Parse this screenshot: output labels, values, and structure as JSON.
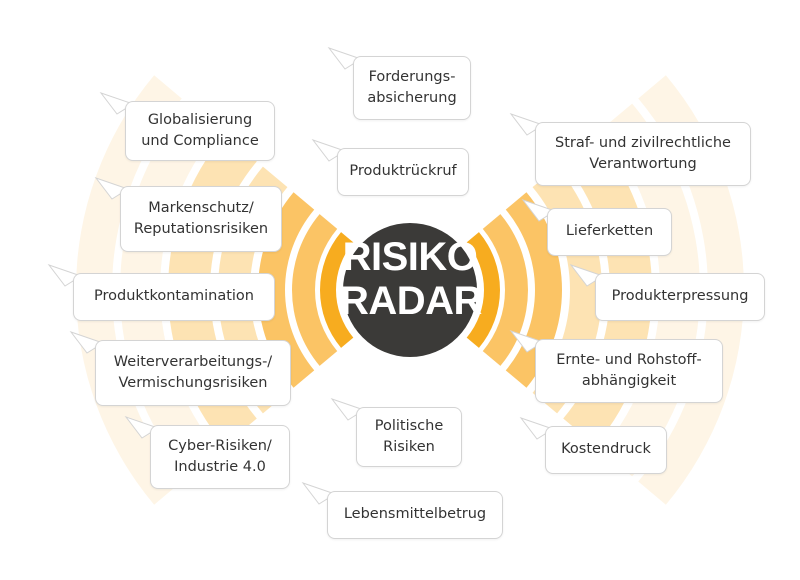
{
  "center": {
    "line1": "RISIKO",
    "line2": "RADAR"
  },
  "colors": {
    "ring_inner": "#f7ac1f",
    "ring_mid": "#fbc465",
    "ring_outer": "#fde3b3",
    "ring_faint": "#fef5e6",
    "hub": "#3b3a38",
    "text": "#333333"
  },
  "risks": [
    {
      "id": "forderungsabsicherung",
      "text": "Forderungs-\nabsicherung"
    },
    {
      "id": "globalisierung",
      "text": "Globalisierung\nund Compliance"
    },
    {
      "id": "produktrueckruf",
      "text": "Produktrückruf"
    },
    {
      "id": "strafrechtliche-verantwortung",
      "text": "Straf- und zivilrechtliche\nVerantwortung"
    },
    {
      "id": "markenschutz",
      "text": "Markenschutz/\nReputationsrisiken"
    },
    {
      "id": "lieferketten",
      "text": "Lieferketten"
    },
    {
      "id": "produktkontamination",
      "text": "Produktkontamination"
    },
    {
      "id": "produkterpressung",
      "text": "Produkterpressung"
    },
    {
      "id": "weiterverarbeitung",
      "text": "Weiterverarbeitungs-/\nVermischungsrisiken"
    },
    {
      "id": "rohstoffabhaengigkeit",
      "text": "Ernte- und Rohstoff-\nabhängigkeit"
    },
    {
      "id": "politische-risiken",
      "text": "Politische\nRisiken"
    },
    {
      "id": "cyber-risiken",
      "text": "Cyber-Risiken/\nIndustrie 4.0"
    },
    {
      "id": "kostendruck",
      "text": "Kostendruck"
    },
    {
      "id": "lebensmittelbetrug",
      "text": "Lebensmittelbetrug"
    }
  ]
}
